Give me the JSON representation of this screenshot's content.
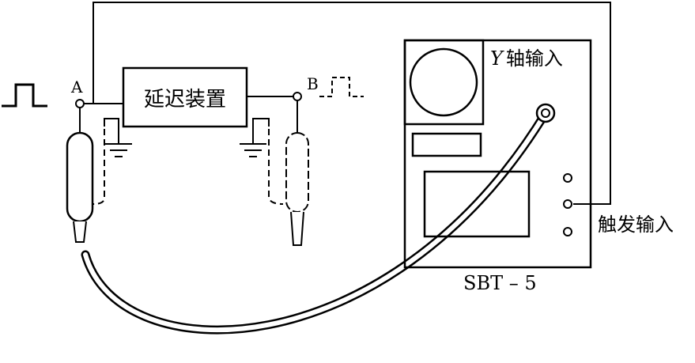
{
  "labels": {
    "point_a": "A",
    "point_b": "B",
    "delay_device": "延迟装置",
    "y_axis_var": "Y",
    "y_axis_input": "轴输入",
    "trigger_input": "触发输入",
    "model": "SBT – 5"
  }
}
